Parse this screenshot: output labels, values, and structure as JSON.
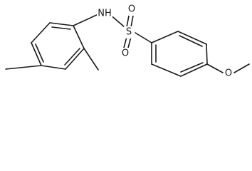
{
  "molecule": {
    "atoms": {
      "nh": "NH",
      "s": "S",
      "o_upper": "O",
      "o_lower": "O",
      "o_methoxy": "O"
    }
  },
  "colors": {
    "bond": "#1a1a1a",
    "label": "#1a1a1a",
    "background": "#ffffff"
  }
}
